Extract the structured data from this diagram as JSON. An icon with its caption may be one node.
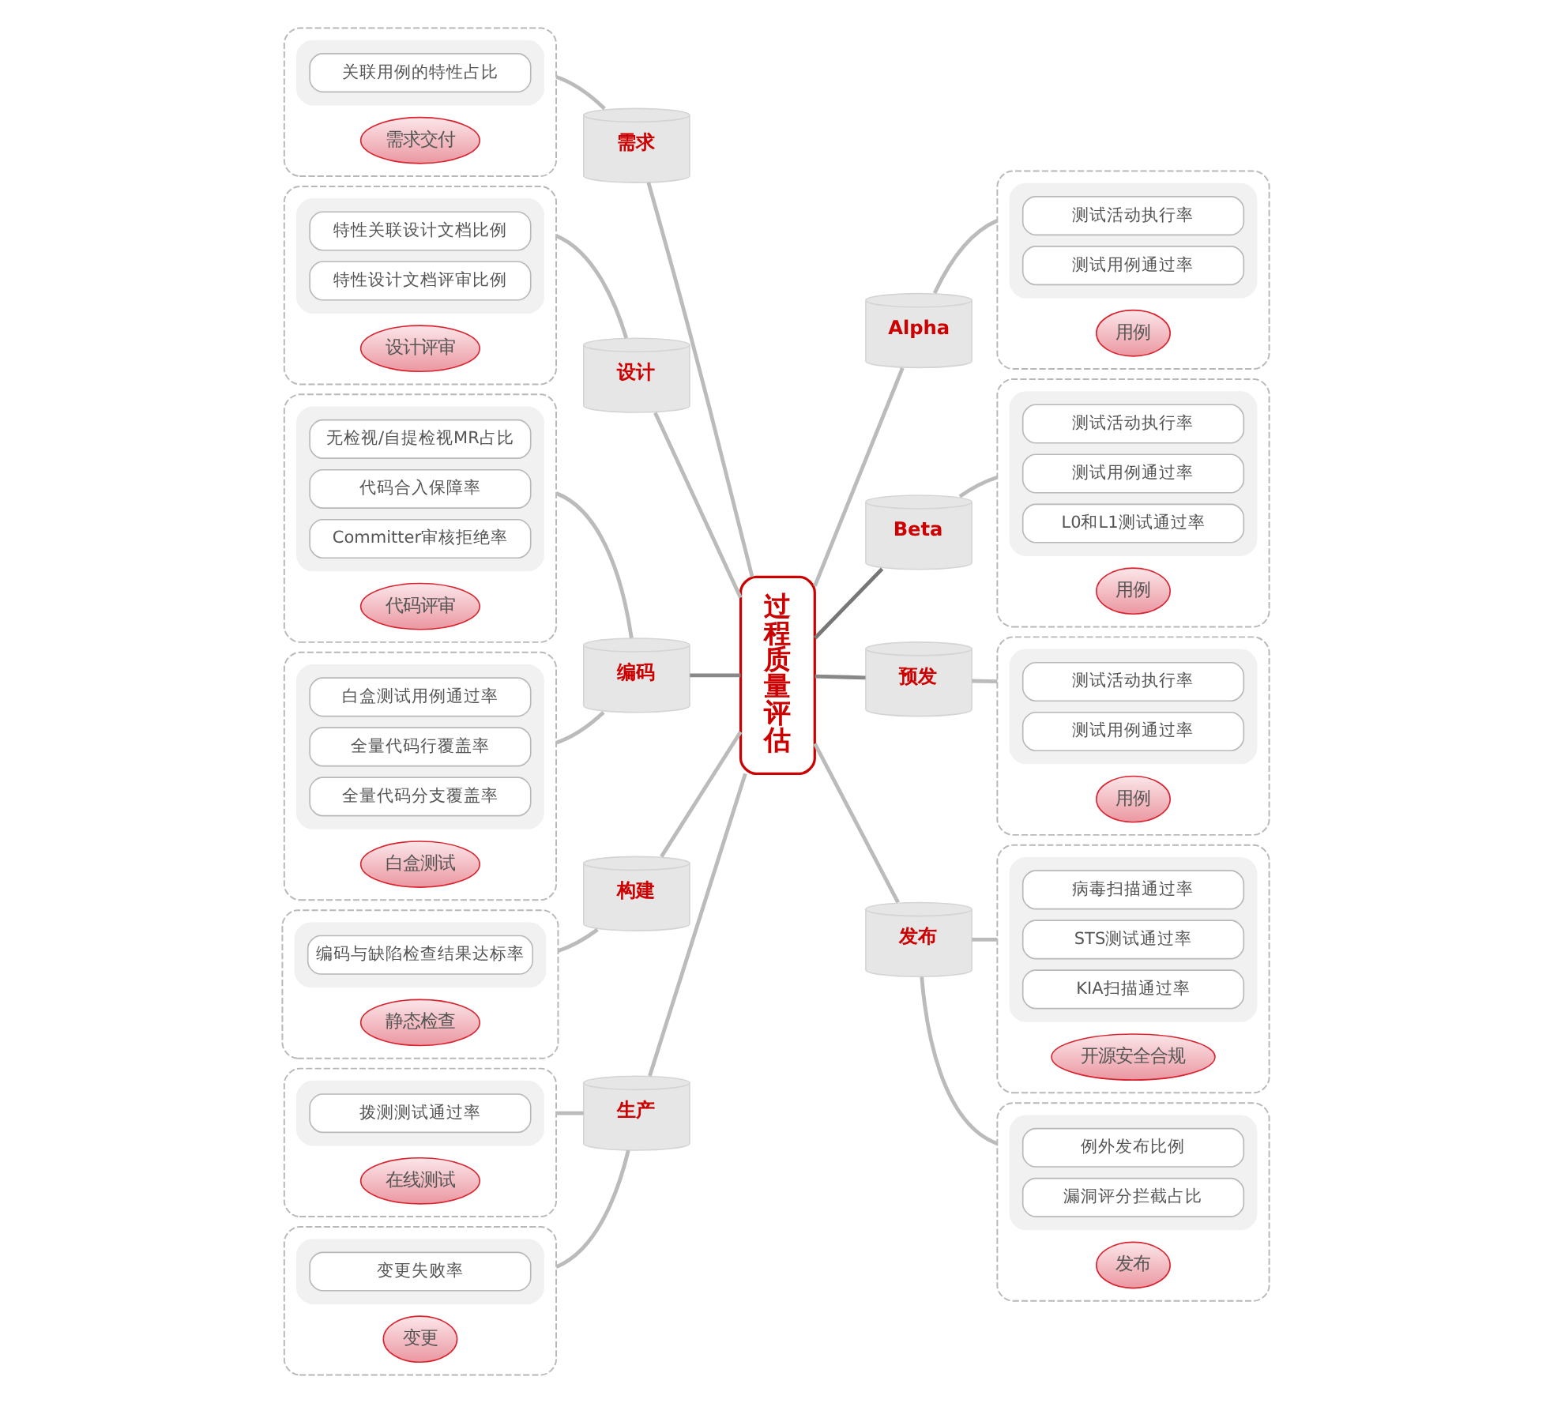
{
  "diagram": {
    "nodes": [
      {
        "text": [],
        "shape": "box"
      },
      {
        "text": [
          "需求交付"
        ],
        "in": 0
      },
      {
        "text": [],
        "shape": "box",
        "in": 0
      },
      {
        "text": [
          "关联用例的特性占比"
        ],
        "in": 2
      },
      {
        "text": [],
        "shape": "box"
      },
      {
        "text": [
          "设计评审"
        ],
        "in": 4
      },
      {
        "text": [],
        "shape": "box",
        "in": 4
      },
      {
        "text": [
          "特性关联设计文档比例"
        ],
        "in": 6
      },
      {
        "text": [
          "特性设计文档评审比例"
        ],
        "in": 6
      },
      {
        "text": [],
        "shape": "box"
      },
      {
        "text": [
          "代码评审"
        ],
        "in": 9
      },
      {
        "text": [],
        "shape": "box",
        "in": 9
      },
      {
        "text": [
          "无检视/自提检视MR占比"
        ],
        "in": 11
      },
      {
        "text": [
          "代码合入保障率"
        ],
        "in": 11
      },
      {
        "text": [
          "Committer审核拒绝率"
        ],
        "in": 11
      },
      {
        "text": [],
        "shape": "box"
      },
      {
        "text": [
          "白盒测试"
        ],
        "in": 15
      },
      {
        "text": [],
        "shape": "box",
        "in": 15
      },
      {
        "text": [
          "白盒测试用例通过率"
        ],
        "in": 17
      },
      {
        "text": [
          "全量代码行覆盖率"
        ],
        "in": 17
      },
      {
        "text": [
          "全量代码分支覆盖率"
        ],
        "in": 17
      },
      {
        "text": [],
        "shape": "box"
      },
      {
        "text": [
          "静态检查"
        ],
        "in": 21
      },
      {
        "text": [],
        "shape": "box",
        "in": 21
      },
      {
        "text": [
          "编码与缺陷检查结果达标率"
        ],
        "in": 23
      },
      {
        "text": [],
        "shape": "box"
      },
      {
        "text": [
          "在线测试"
        ],
        "in": 25
      },
      {
        "text": [],
        "shape": "box",
        "in": 25
      },
      {
        "text": [
          "拨测测试通过率"
        ],
        "in": 27
      },
      {
        "text": [],
        "shape": "box"
      },
      {
        "text": [
          "变更"
        ],
        "in": 29
      },
      {
        "text": [],
        "shape": "box",
        "in": 29
      },
      {
        "text": [
          "变更失败率"
        ],
        "in": 31
      },
      {
        "text": [
          "需求"
        ]
      },
      {
        "text": [
          "设计"
        ]
      },
      {
        "text": [
          "编码"
        ]
      },
      {
        "text": [
          "构建"
        ]
      },
      {
        "text": [
          "生产"
        ]
      },
      {
        "text": [
          "过程质量评估"
        ]
      },
      {
        "text": [
          "Alpha"
        ]
      },
      {
        "text": [
          "Beta"
        ]
      },
      {
        "text": [
          "预发"
        ]
      },
      {
        "text": [
          "发布"
        ]
      },
      {
        "text": [],
        "shape": "box"
      },
      {
        "text": [
          "用例"
        ],
        "in": 43
      },
      {
        "text": [],
        "shape": "box",
        "in": 43
      },
      {
        "text": [
          "测试活动执行率"
        ],
        "in": 45
      },
      {
        "text": [
          "测试用例通过率"
        ],
        "in": 45
      },
      {
        "text": [],
        "shape": "box"
      },
      {
        "text": [
          "用例"
        ],
        "in": 48
      },
      {
        "text": [],
        "shape": "box",
        "in": 48
      },
      {
        "text": [
          "测试活动执行率"
        ],
        "in": 50
      },
      {
        "text": [
          "测试用例通过率"
        ],
        "in": 50
      },
      {
        "text": [
          "L0和L1测试通过率"
        ],
        "in": 50
      },
      {
        "text": [],
        "shape": "box"
      },
      {
        "text": [
          "用例"
        ],
        "in": 54
      },
      {
        "text": [],
        "shape": "box",
        "in": 54
      },
      {
        "text": [
          "测试活动执行率"
        ],
        "in": 56
      },
      {
        "text": [
          "测试用例通过率"
        ],
        "in": 56
      },
      {
        "text": [],
        "shape": "box"
      },
      {
        "text": [
          "开源安全合规"
        ],
        "in": 59
      },
      {
        "text": [],
        "shape": "box",
        "in": 59
      },
      {
        "text": [
          "病毒扫描通过率"
        ],
        "in": 61
      },
      {
        "text": [
          "STS测试通过率"
        ],
        "in": 61
      },
      {
        "text": [
          "KIA扫描通过率"
        ],
        "in": 61
      },
      {
        "text": [],
        "shape": "box"
      },
      {
        "text": [
          "发布"
        ],
        "in": 65
      },
      {
        "text": [],
        "shape": "box",
        "in": 65
      },
      {
        "text": [
          "例外发布比例"
        ],
        "in": 67
      },
      {
        "text": [
          "漏洞评分拦截占比"
        ],
        "in": 67
      }
    ],
    "edges": [
      {
        "from": 0,
        "to": 33,
        "arrow": "none"
      },
      {
        "from": 4,
        "to": 34,
        "arrow": "none"
      },
      {
        "from": 9,
        "to": 35,
        "arrow": "none"
      },
      {
        "from": 15,
        "to": 35,
        "arrow": "none"
      },
      {
        "from": 21,
        "to": 36,
        "arrow": "none"
      },
      {
        "from": 25,
        "to": 37,
        "arrow": "none"
      },
      {
        "from": 29,
        "to": 37,
        "arrow": "none"
      },
      {
        "from": 33,
        "to": 38,
        "arrow": "none"
      },
      {
        "from": 34,
        "to": 38,
        "arrow": "none"
      },
      {
        "from": 35,
        "to": 38,
        "arrow": "none",
        "color": "#888888"
      },
      {
        "from": 36,
        "to": 38,
        "arrow": "none"
      },
      {
        "from": 37,
        "to": 38,
        "arrow": "none"
      },
      {
        "from": 38,
        "to": 39,
        "arrow": "none"
      },
      {
        "from": 38,
        "to": 40,
        "arrow": "none",
        "color": "#777777"
      },
      {
        "from": 38,
        "to": 41,
        "arrow": "none",
        "color": "#888888"
      },
      {
        "from": 38,
        "to": 42,
        "arrow": "none"
      },
      {
        "from": 39,
        "to": 43,
        "arrow": "none"
      },
      {
        "from": 40,
        "to": 48,
        "arrow": "none"
      },
      {
        "from": 41,
        "to": 54,
        "arrow": "none"
      },
      {
        "from": 42,
        "to": 59,
        "arrow": "none"
      },
      {
        "from": 42,
        "to": 65,
        "arrow": "none"
      }
    ]
  }
}
